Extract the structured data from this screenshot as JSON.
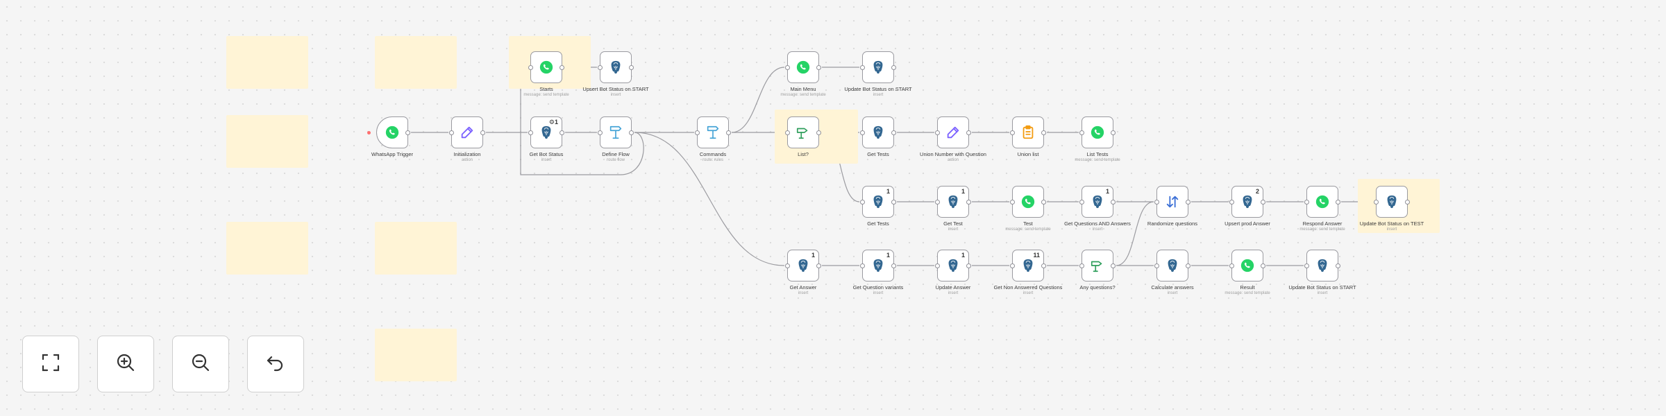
{
  "colors": {
    "sticky": "#fff4d6",
    "edge": "#9b9ba0",
    "whatsapp": "#25d366",
    "postgres": "#336791",
    "pencil": "#7b61ff",
    "router": "#45a3d6",
    "if": "#2e9e5b",
    "clipboard": "#f39c12",
    "sort": "#3b6fd6"
  },
  "nodes": [
    {
      "id": "whatsapp-trigger",
      "title": "WhatsApp Trigger",
      "sub": "",
      "icon": "whatsapp",
      "badge": "",
      "trigger": true
    },
    {
      "id": "initialization",
      "title": "Initialization",
      "sub": "action",
      "icon": "pencil",
      "badge": ""
    },
    {
      "id": "get-bot-status",
      "title": "Get Bot Status",
      "sub": "insert",
      "icon": "postgres",
      "badge": "⚙1"
    },
    {
      "id": "define-flow",
      "title": "Define Flow",
      "sub": "route flow",
      "icon": "router",
      "badge": ""
    },
    {
      "id": "start",
      "title": "Starts",
      "sub": "message: send template",
      "icon": "whatsapp",
      "badge": ""
    },
    {
      "id": "upsert-bot-status",
      "title": "Upsert Bot Status on START",
      "sub": "insert",
      "icon": "postgres",
      "badge": ""
    },
    {
      "id": "commands",
      "title": "Commands",
      "sub": "route: rules",
      "icon": "router",
      "badge": ""
    },
    {
      "id": "main-menu",
      "title": "Main Menu",
      "sub": "message: send template",
      "icon": "whatsapp",
      "badge": ""
    },
    {
      "id": "update-bot-status-start",
      "title": "Update Bot Status on START",
      "sub": "insert",
      "icon": "postgres",
      "badge": ""
    },
    {
      "id": "list",
      "title": "List?",
      "sub": "",
      "icon": "if",
      "badge": ""
    },
    {
      "id": "get-tests-1",
      "title": "Get Tests",
      "sub": "",
      "icon": "postgres",
      "badge": ""
    },
    {
      "id": "union-number",
      "title": "Union Number with Question",
      "sub": "action",
      "icon": "pencil",
      "badge": ""
    },
    {
      "id": "union-list",
      "title": "Union list",
      "sub": "",
      "icon": "clipboard",
      "badge": ""
    },
    {
      "id": "list-tests",
      "title": "List Tests",
      "sub": "message: send template",
      "icon": "whatsapp",
      "badge": ""
    },
    {
      "id": "get-tests-2",
      "title": "Get Tests",
      "sub": "",
      "icon": "postgres",
      "badge": "1"
    },
    {
      "id": "get-test",
      "title": "Get Test",
      "sub": "insert",
      "icon": "postgres",
      "badge": "1"
    },
    {
      "id": "test",
      "title": "Test",
      "sub": "message: send template",
      "icon": "whatsapp",
      "badge": ""
    },
    {
      "id": "get-questions-answers",
      "title": "Get Questions AND Answers",
      "sub": "insert",
      "icon": "postgres",
      "badge": "1"
    },
    {
      "id": "randomize-questions",
      "title": "Randomize questions",
      "sub": "",
      "icon": "sort",
      "badge": ""
    },
    {
      "id": "upsert-prod-answer",
      "title": "Upsert prod Answer",
      "sub": "",
      "icon": "postgres",
      "badge": "2"
    },
    {
      "id": "respond-answer",
      "title": "Respond Answer",
      "sub": "message: send template",
      "icon": "whatsapp",
      "badge": ""
    },
    {
      "id": "update-bot-status-test",
      "title": "Update Bot Status on TEST",
      "sub": "insert",
      "icon": "postgres",
      "badge": ""
    },
    {
      "id": "get-answer",
      "title": "Get Answer",
      "sub": "insert",
      "icon": "postgres",
      "badge": "1"
    },
    {
      "id": "get-question-variants",
      "title": "Get Question variants",
      "sub": "insert",
      "icon": "postgres",
      "badge": "1"
    },
    {
      "id": "update-answer",
      "title": "Update Answer",
      "sub": "insert",
      "icon": "postgres",
      "badge": "1"
    },
    {
      "id": "get-non-answered",
      "title": "Get Non Answered Questions",
      "sub": "insert",
      "icon": "postgres",
      "badge": "11"
    },
    {
      "id": "any-questions",
      "title": "Any questions?",
      "sub": "",
      "icon": "if",
      "badge": ""
    },
    {
      "id": "calculate-answers",
      "title": "Calculate answers",
      "sub": "insert",
      "icon": "postgres",
      "badge": ""
    },
    {
      "id": "result",
      "title": "Result",
      "sub": "message: send template",
      "icon": "whatsapp",
      "badge": ""
    },
    {
      "id": "update-bot-status-start-2",
      "title": "Update Bot Status on START",
      "sub": "insert",
      "icon": "postgres",
      "badge": ""
    }
  ],
  "controls": [
    {
      "id": "fit-view",
      "icon": "fit-view-icon"
    },
    {
      "id": "zoom-in",
      "icon": "zoom-in-icon"
    },
    {
      "id": "zoom-out",
      "icon": "zoom-out-icon"
    },
    {
      "id": "undo",
      "icon": "undo-icon"
    }
  ]
}
